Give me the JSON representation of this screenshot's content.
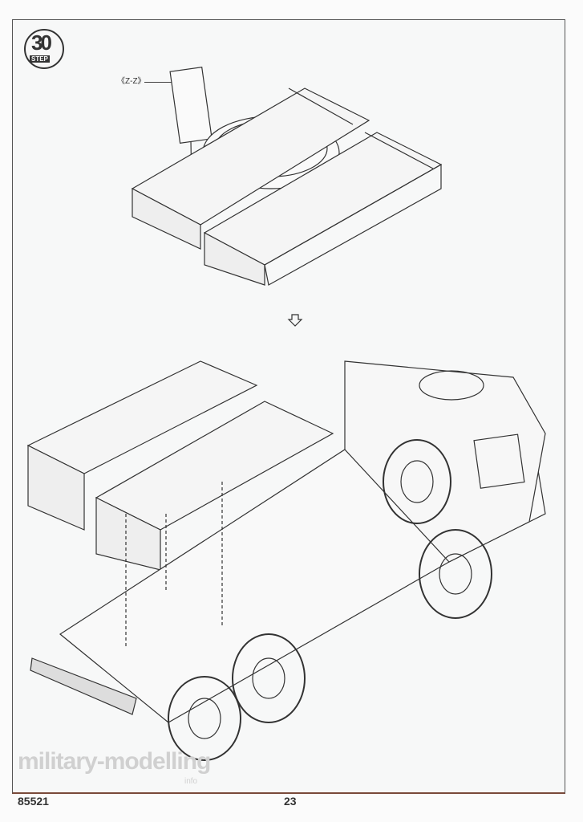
{
  "step": {
    "number": "30",
    "label": "STEP"
  },
  "callout": "《Z-Z》",
  "watermark": {
    "main": "military-modelling",
    "sub": "info"
  },
  "footer": {
    "kit_number": "85521",
    "page_number": "23"
  }
}
